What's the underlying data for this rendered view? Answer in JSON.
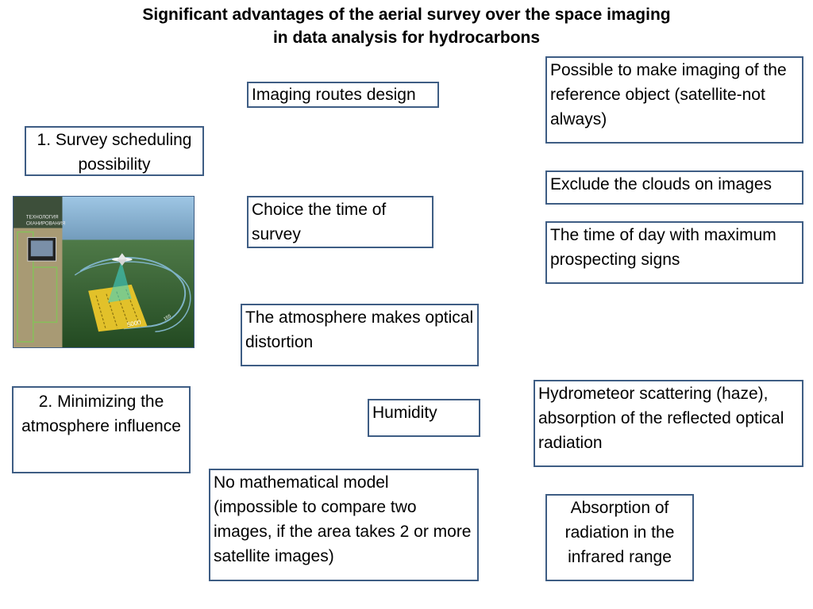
{
  "title": {
    "line1": "Significant advantages of the aerial survey over the space imaging",
    "line2": "in data analysis for hydrocarbons"
  },
  "left_boxes": {
    "survey_scheduling": "1. Survey scheduling possibility",
    "minimizing_atmosphere": "2. Minimizing the atmosphere influence"
  },
  "middle_boxes": {
    "imaging_routes": "Imaging routes design",
    "choice_time": "Choice the time of survey",
    "atmosphere_distortion": "The atmosphere makes optical distortion",
    "humidity": "Humidity",
    "no_model": "No mathematical model (impossible to compare two images, if the area takes 2 or more satellite images)"
  },
  "right_boxes": {
    "reference_object": "Possible to make imaging of the reference object (satellite-not always)",
    "exclude_clouds": "Exclude the clouds on images",
    "time_of_day": "The time of day with maximum prospecting signs",
    "hydrometeor": "Hydrometeor scattering (haze), absorption of the reflected optical radiation",
    "absorption_ir": "Absorption of radiation in the infrared range"
  },
  "illustration": {
    "caption_line1": "ТЕХНОЛОГИЯ",
    "caption_line2": "СКАНИРОВАНИЯ",
    "distance_label": "5000",
    "distance_small": "155"
  },
  "colors": {
    "box_border": "#3e5d84",
    "sky": "#8fb8d8",
    "ground": "#2f5a2c",
    "survey_strips": "#e2c12a"
  }
}
